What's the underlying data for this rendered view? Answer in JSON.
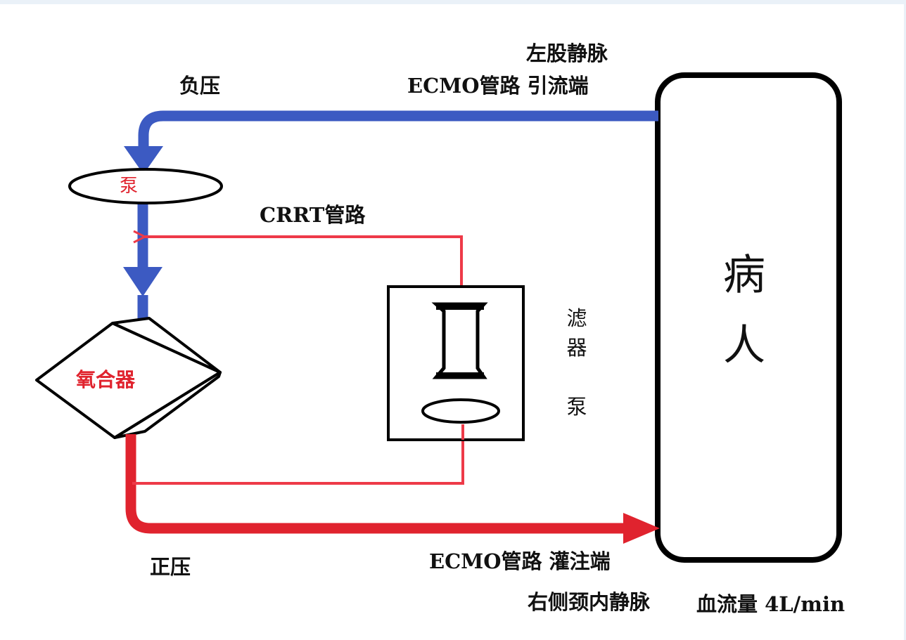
{
  "labels": {
    "negative_pressure": "负压",
    "positive_pressure": "正压",
    "drainage_vein": "左股静脉",
    "drainage_tube": "ECMO管路 引流端",
    "perfusion_tube": "ECMO管路 灌注端",
    "perfusion_vein": "右侧颈内静脉",
    "blood_flow": "血流量 4L/min",
    "ecmo_pump": "泵",
    "oxygenator": "氧合器",
    "crrt_tube": "CRRT管路",
    "crrt_device": "滤\n器\n\n泵",
    "patient": "病\n人"
  },
  "colors": {
    "venous_line": "#3c5ac2",
    "arterial_line": "#e0232e",
    "crrt_line": "#ee3a48",
    "outline": "#000000"
  }
}
